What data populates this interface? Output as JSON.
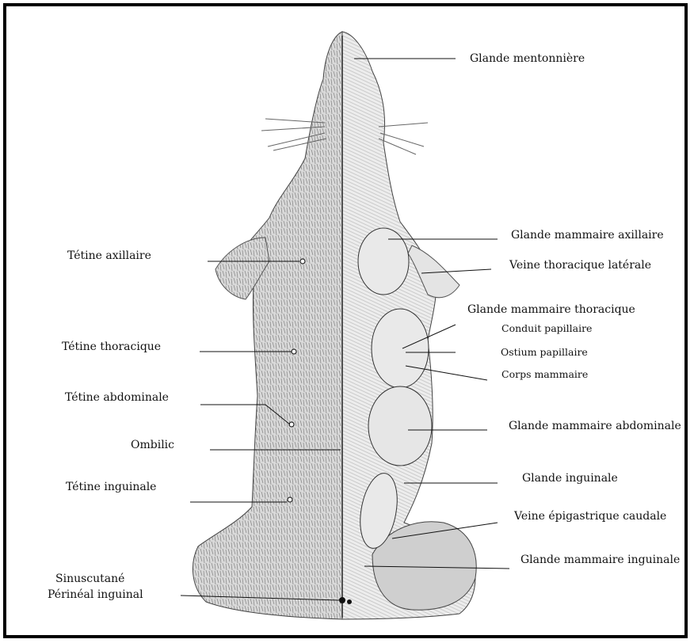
{
  "labels": {
    "glande_mentonniere": "Glande mentonnière",
    "glande_mammaire_axillaire": "Glande mammaire axillaire",
    "veine_thoracique_laterale": "Veine thoracique latérale",
    "glande_mammaire_thoracique": "Glande mammaire thoracique",
    "conduit_papillaire": "Conduit papillaire",
    "ostium_papillaire": "Ostium papillaire",
    "corps_mammaire": "Corps mammaire",
    "glande_mammaire_abdominale": "Glande mammaire abdominale",
    "glande_inguinale": "Glande inguinale",
    "veine_epigastrique_caudale": "Veine épigastrique caudale",
    "glande_mammaire_inguinale": "Glande mammaire inguinale",
    "tetine_axillaire": "Tétine axillaire",
    "tetine_thoracique": "Tétine thoracique",
    "tetine_abdominale": "Tétine abdominale",
    "ombilic": "Ombilic",
    "tetine_inguinale": "Tétine inguinale",
    "sinuscutane": "Sinuscutané",
    "perineal_inguinal": "Périnéal inguinal"
  }
}
